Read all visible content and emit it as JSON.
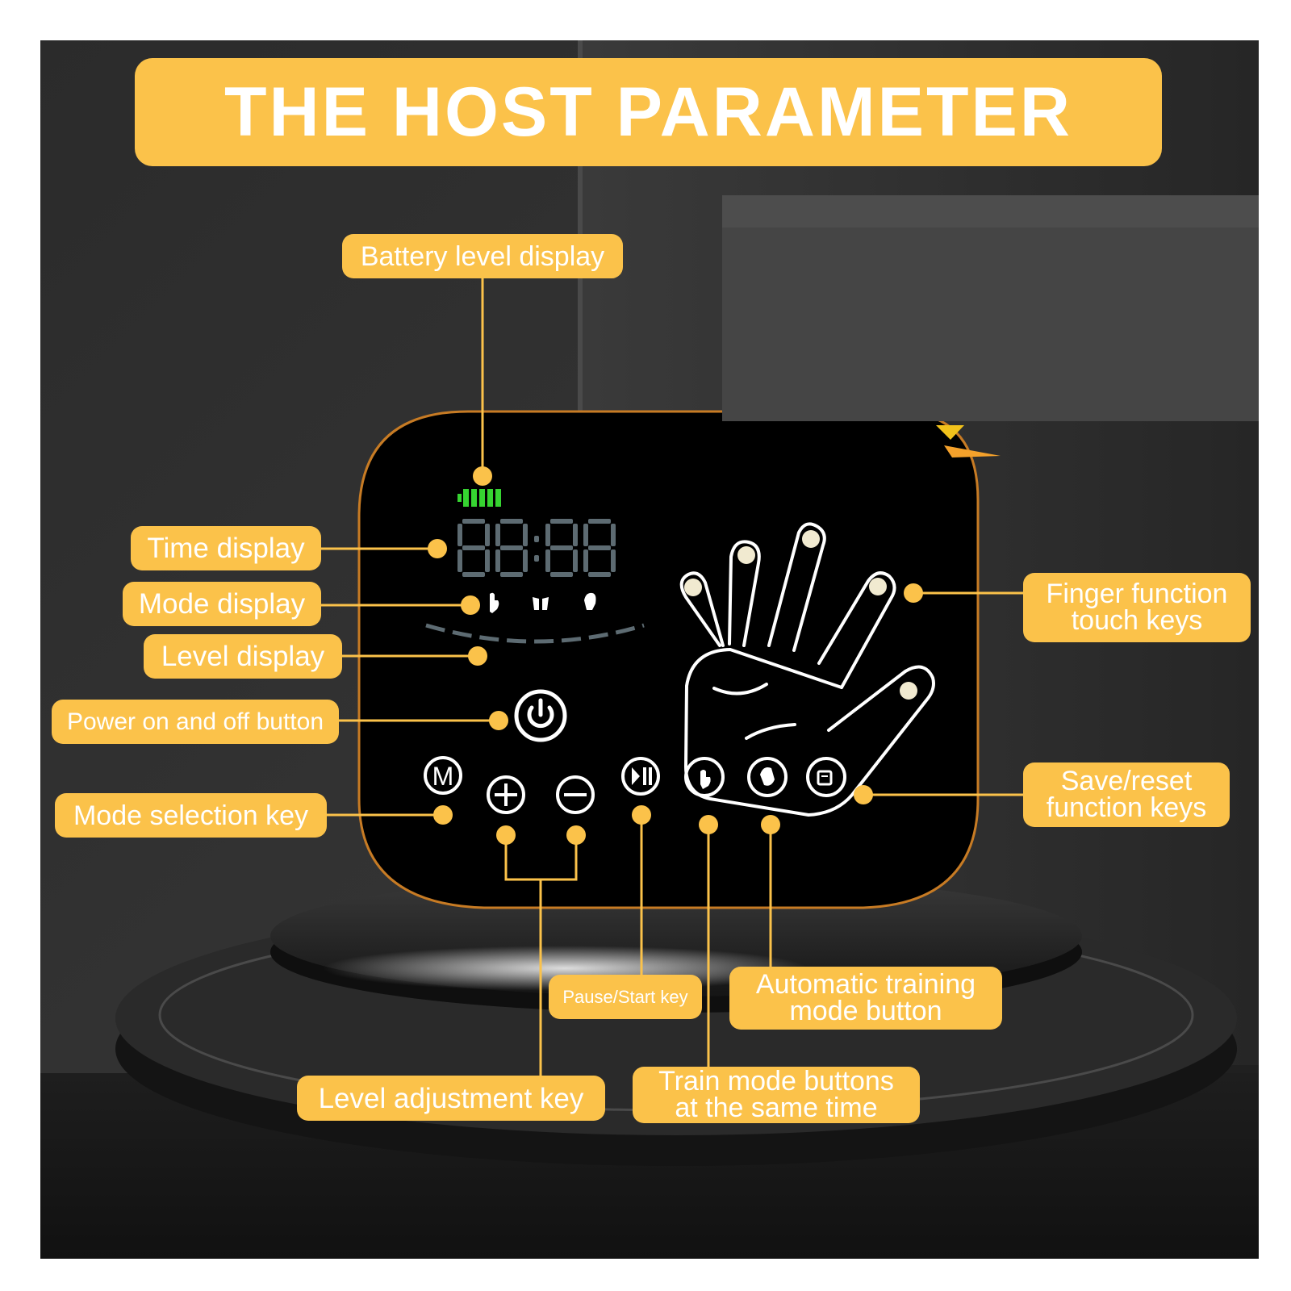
{
  "title": "THE HOST PARAMETER",
  "display": {
    "time": "88:88",
    "battery_bars": 5
  },
  "colors": {
    "accent": "#fbc24a",
    "label_text": "#ffffff",
    "battery": "#36d431",
    "digits": "#5d6b72",
    "background_dark": "#262626",
    "panel": "#000000"
  },
  "labels": {
    "battery_level_display": "Battery level display",
    "time_display": "Time display",
    "mode_display": "Mode display",
    "level_display": "Level display",
    "power_on_off_button": "Power on and off button",
    "mode_selection_key": "Mode selection key",
    "finger_function_touch_keys": [
      "Finger function",
      "touch keys"
    ],
    "save_reset_function_keys": [
      "Save/reset",
      "function keys"
    ],
    "pause_start_key": "Pause/Start key",
    "automatic_training_mode_button": [
      "Automatic training",
      "mode button"
    ],
    "level_adjustment_key": "Level adjustment key",
    "train_mode_buttons_same_time": [
      "Train mode buttons",
      "at the same time"
    ]
  },
  "icons": {
    "power": "power-icon",
    "mode_key": "mode-m-icon",
    "plus": "plus-icon",
    "minus": "minus-icon",
    "play_pause": "play-pause-icon",
    "hand": "hand-outline-icon"
  }
}
